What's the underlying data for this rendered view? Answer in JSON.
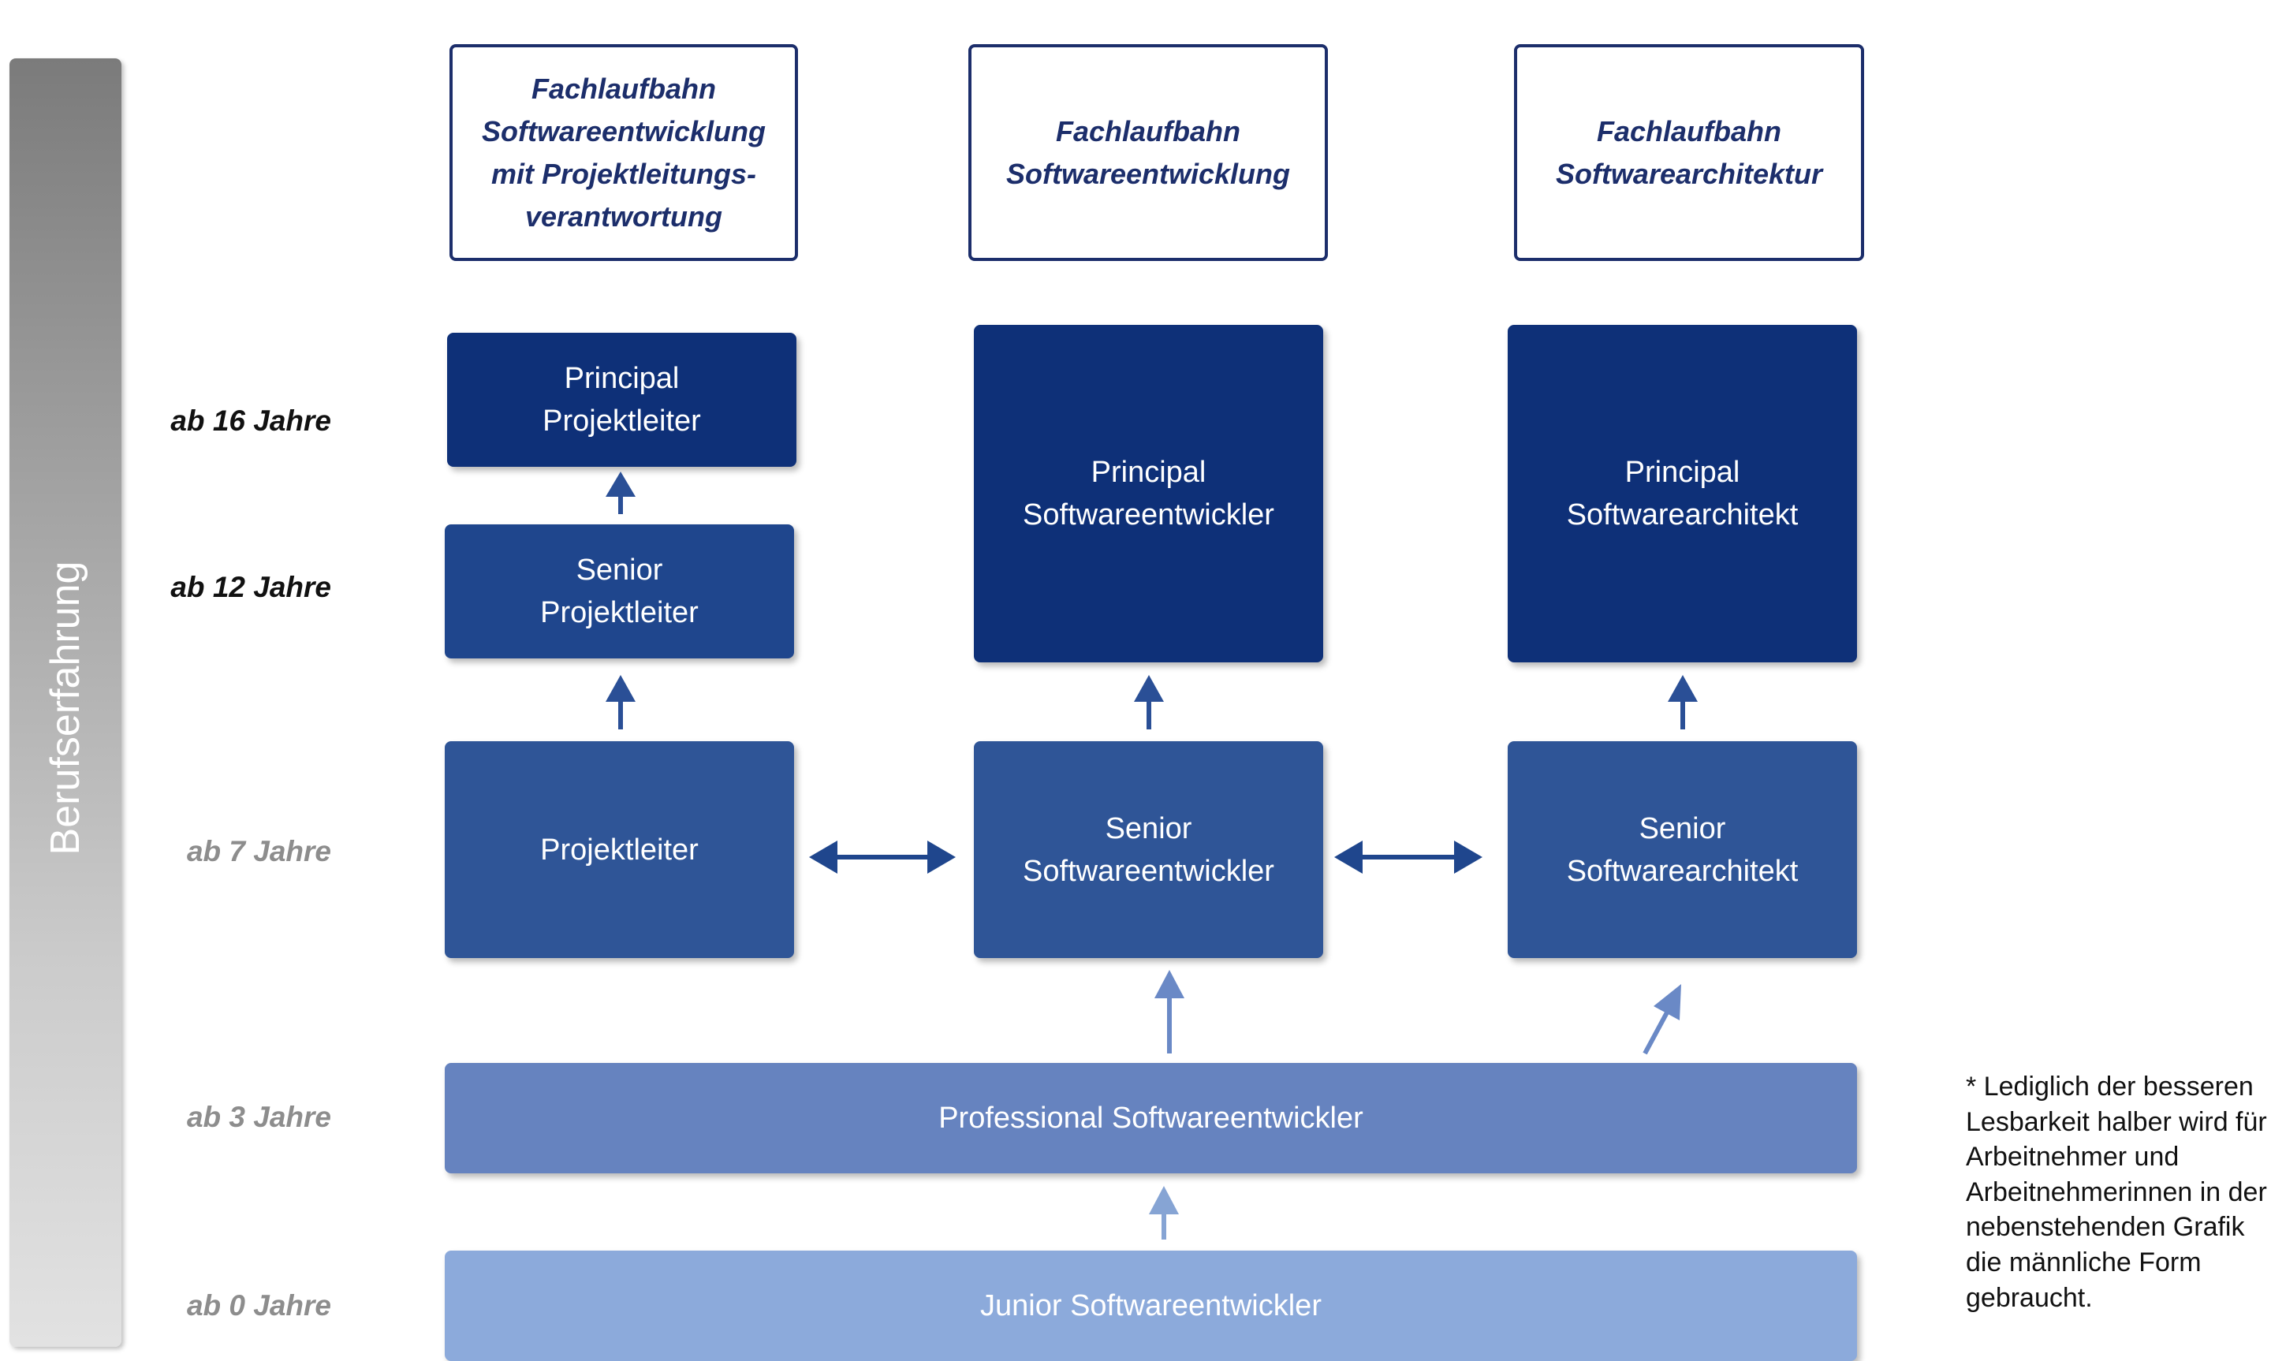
{
  "experience_axis": {
    "label": "Berufserfahrung"
  },
  "years": [
    {
      "label": "ab 16 Jahre"
    },
    {
      "label": "ab 12 Jahre"
    },
    {
      "label": "ab 7 Jahre"
    },
    {
      "label": "ab 3 Jahre"
    },
    {
      "label": "ab 0 Jahre"
    }
  ],
  "tracks": [
    {
      "label": "Fachlaufbahn Softwareentwicklung mit Projektleitungs-verantwortung"
    },
    {
      "label": "Fachlaufbahn Softwareentwicklung"
    },
    {
      "label": "Fachlaufbahn Softwarearchitektur"
    }
  ],
  "roles": {
    "principal_projektleiter": "Principal\nProjektleiter",
    "senior_projektleiter": "Senior\nProjektleiter",
    "projektleiter": "Projektleiter",
    "principal_softwareentwickler": "Principal\nSoftwareentwickler",
    "principal_softwarearchitekt": "Principal\nSoftwarearchitekt",
    "senior_softwareentwickler": "Senior\nSoftwareentwickler",
    "senior_softwarearchitekt": "Senior\nSoftwarearchitekt",
    "professional": "Professional Softwareentwickler",
    "junior": "Junior Softwareentwickler"
  },
  "footnote": "* Lediglich der besseren Lesbarkeit halber wird für Arbeitnehmer und Arbeitnehmerinnen in der nebenstehenden Grafik die männliche Form gebraucht.",
  "colors": {
    "track_border": "#1c2e6b",
    "principal": "#0e3078",
    "senior_projektleiter": "#1f468d",
    "senior": "#2f5597",
    "professional": "#6683bf",
    "junior": "#8caadb",
    "arrow_dark": "#2a4f96",
    "arrow_light": "#86a4d4"
  }
}
